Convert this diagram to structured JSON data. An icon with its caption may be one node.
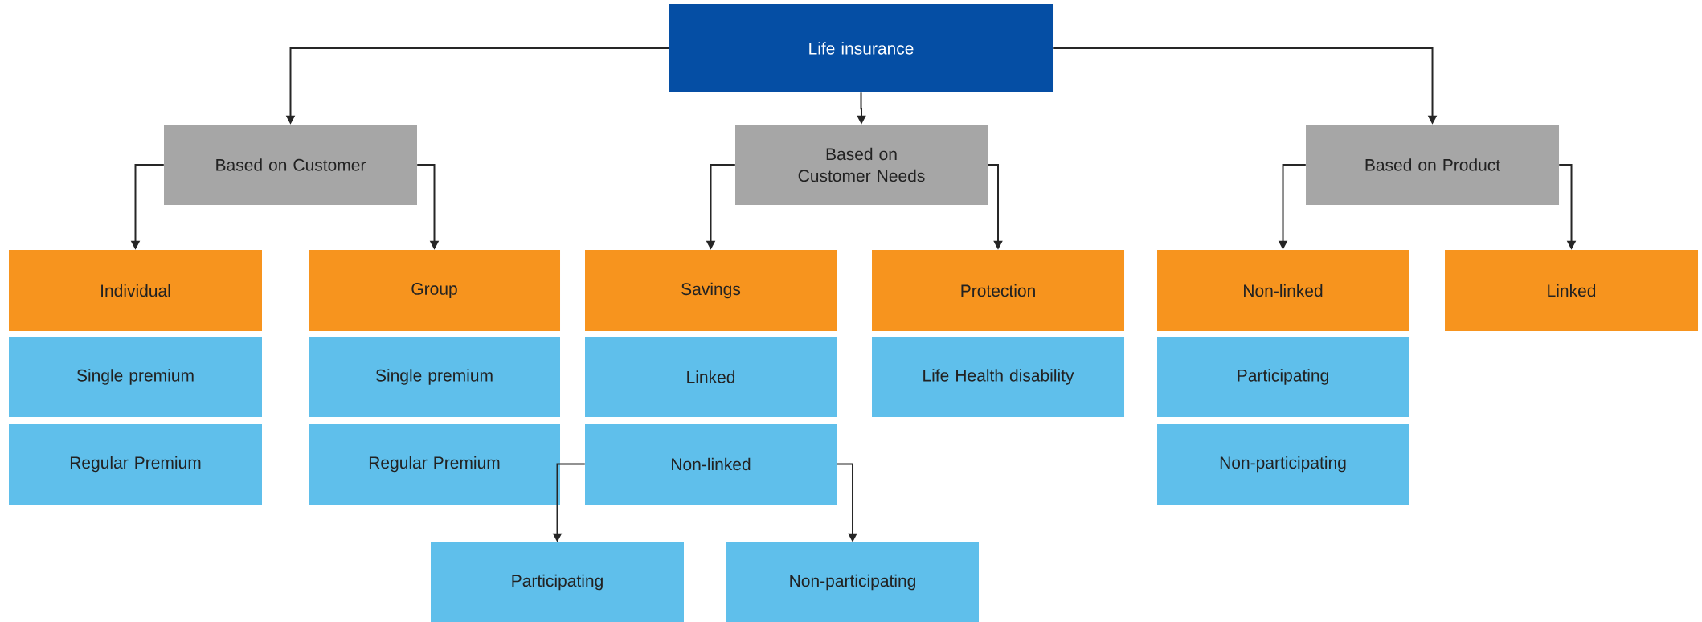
{
  "diagram": {
    "nodes": [
      {
        "text": [
          "Life insurance"
        ]
      },
      {
        "text": [
          "Based on Customer"
        ]
      },
      {
        "text": [
          "Based on Customer Needs"
        ]
      },
      {
        "text": [
          "Based on Product"
        ]
      },
      {
        "text": [
          "Individual"
        ]
      },
      {
        "text": [
          "Group"
        ]
      },
      {
        "text": [
          "Savings"
        ]
      },
      {
        "text": [
          "Protection"
        ]
      },
      {
        "text": [
          "Non-linked"
        ]
      },
      {
        "text": [
          "Linked"
        ]
      },
      {
        "text": [
          "Single premium"
        ]
      },
      {
        "text": [
          "Single premium"
        ]
      },
      {
        "text": [
          "Linked"
        ]
      },
      {
        "text": [
          "Life Health disability"
        ]
      },
      {
        "text": [
          "Participating"
        ]
      },
      {
        "text": [
          "Regular Premium"
        ]
      },
      {
        "text": [
          "Regular Premium"
        ]
      },
      {
        "text": [
          "Non-linked"
        ]
      },
      {
        "text": [
          "Non-participating"
        ]
      },
      {
        "text": [
          "Participating"
        ]
      },
      {
        "text": [
          "Non-participating"
        ]
      }
    ],
    "edges": [
      {
        "from": 0,
        "to": 1,
        "arrow": "to"
      },
      {
        "from": 0,
        "to": 2,
        "arrow": "to"
      },
      {
        "from": 0,
        "to": 3,
        "arrow": "to"
      },
      {
        "from": 1,
        "to": 4,
        "arrow": "to"
      },
      {
        "from": 1,
        "to": 5,
        "arrow": "to"
      },
      {
        "from": 2,
        "to": 6,
        "arrow": "to"
      },
      {
        "from": 2,
        "to": 7,
        "arrow": "to"
      },
      {
        "from": 3,
        "to": 8,
        "arrow": "to"
      },
      {
        "from": 3,
        "to": 9,
        "arrow": "to"
      },
      {
        "from": 17,
        "to": 19,
        "arrow": "to"
      },
      {
        "from": 17,
        "to": 20,
        "arrow": "to"
      }
    ]
  }
}
